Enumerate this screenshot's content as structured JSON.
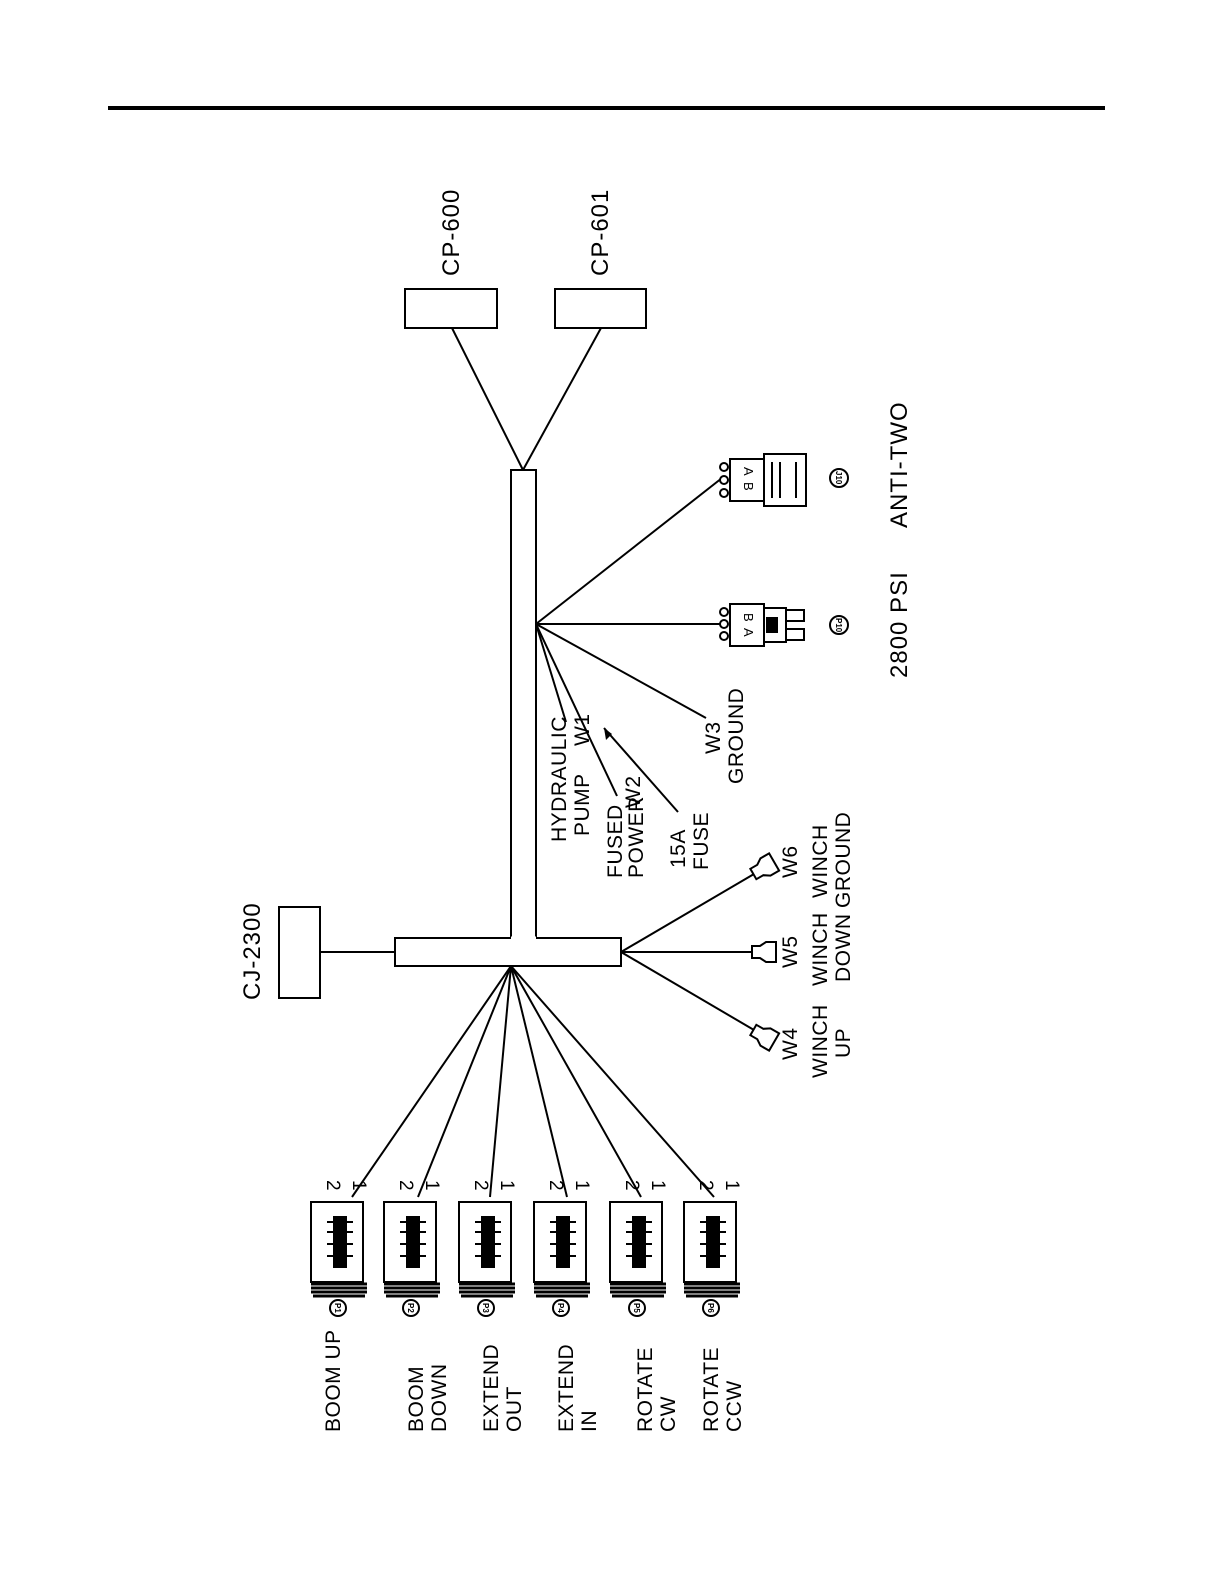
{
  "harness": {
    "left_junction": "CJ-2300",
    "top_connectors": [
      "CP-600",
      "CP-601"
    ]
  },
  "valves": [
    {
      "tag": "P1",
      "label": [
        "BOOM UP"
      ],
      "pins": [
        "1",
        "2"
      ]
    },
    {
      "tag": "P2",
      "label": [
        "BOOM",
        "DOWN"
      ],
      "pins": [
        "1",
        "2"
      ]
    },
    {
      "tag": "P3",
      "label": [
        "EXTEND",
        "OUT"
      ],
      "pins": [
        "1",
        "2"
      ]
    },
    {
      "tag": "P4",
      "label": [
        "EXTEND",
        "IN"
      ],
      "pins": [
        "1",
        "2"
      ]
    },
    {
      "tag": "P5",
      "label": [
        "ROTATE",
        "CW"
      ],
      "pins": [
        "1",
        "2"
      ]
    },
    {
      "tag": "P6",
      "label": [
        "ROTATE",
        "CCW"
      ],
      "pins": [
        "1",
        "2"
      ]
    }
  ],
  "winch_leads": [
    {
      "wire": "W4",
      "label": [
        "WINCH",
        "UP"
      ]
    },
    {
      "wire": "W5",
      "label": [
        "WINCH",
        "DOWN"
      ]
    },
    {
      "wire": "W6",
      "label": [
        "WINCH",
        "GROUND"
      ]
    }
  ],
  "pump_leads": [
    {
      "wire": "W1",
      "label": [
        "HYDRAULIC",
        "PUMP"
      ]
    },
    {
      "wire": "W2",
      "label": [
        "FUSED",
        "POWER"
      ]
    },
    {
      "wire": "W3",
      "label": [
        "GROUND"
      ]
    }
  ],
  "fuse": [
    "15A",
    "FUSE"
  ],
  "switch_connectors": [
    {
      "tag": "P10",
      "pins": [
        "B",
        "A"
      ],
      "label": "2800 PSI"
    },
    {
      "tag": "J10",
      "pins": [
        "A",
        "B"
      ],
      "label": "ANTI-TWO"
    }
  ]
}
